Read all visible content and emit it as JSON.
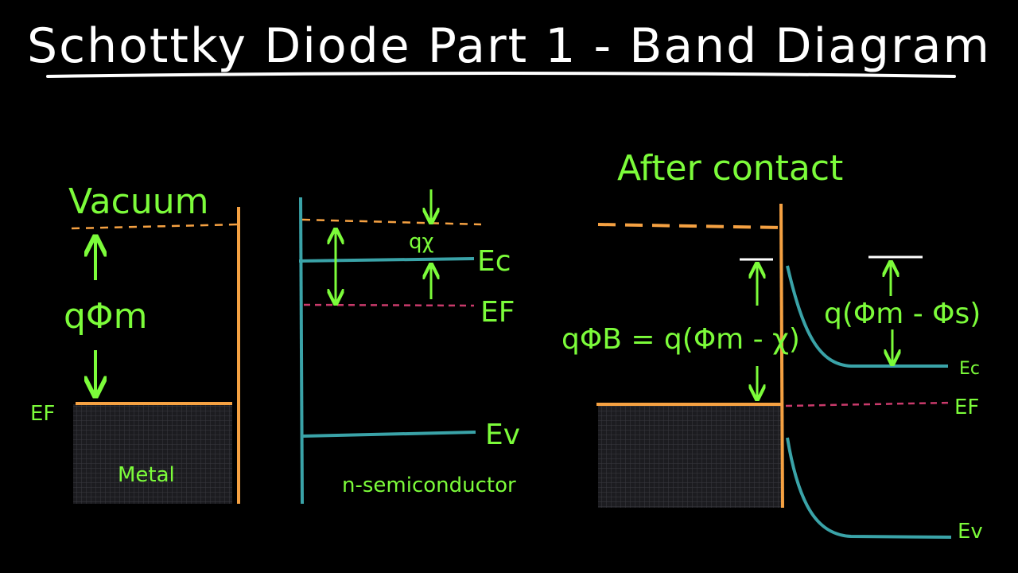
{
  "title": "Schottky Diode Part 1 - Band Diagram",
  "metal": {
    "vacuum_label": "Vacuum",
    "work_function_label": "qΦm",
    "fermi_label": "EF",
    "region_label": "Metal"
  },
  "semiconductor": {
    "affinity_label": "qχ",
    "conduction_label": "Ec",
    "fermi_label": "EF",
    "valence_label": "Ev",
    "region_label": "n-semiconductor"
  },
  "after_contact": {
    "heading": "After contact",
    "barrier_label": "qΦB = q(Φm - χ)",
    "built_in_label": "q(Φm - Φs)",
    "conduction_label": "Ec",
    "fermi_label": "EF",
    "valence_label": "Ev"
  },
  "colors": {
    "text": "#FFFFFF",
    "label_green": "#7CFC3A",
    "metal_orange": "#F5A142",
    "band_teal": "#3AA3A8",
    "fermi_pink": "#C93A6B",
    "metal_fill": "#2a2a2e"
  }
}
